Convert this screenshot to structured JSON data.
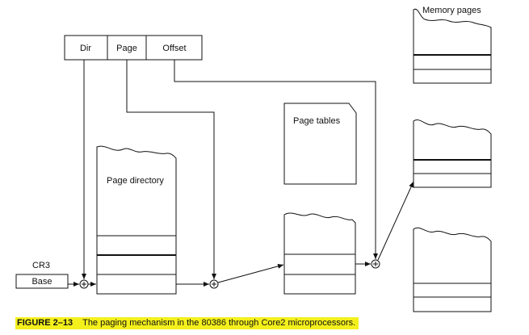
{
  "address_fields": {
    "dir": "Dir",
    "page": "Page",
    "offset": "Offset"
  },
  "labels": {
    "memory_pages": "Memory pages",
    "page_tables": "Page tables",
    "page_directory": "Page directory",
    "cr3": "CR3",
    "base": "Base"
  },
  "caption": {
    "figure": "FIGURE 2–13",
    "text": "The paging mechanism in the 80386 through Core2 microprocessors."
  },
  "colors": {
    "caption_highlight": "#f4f01c",
    "line": "#111111"
  }
}
